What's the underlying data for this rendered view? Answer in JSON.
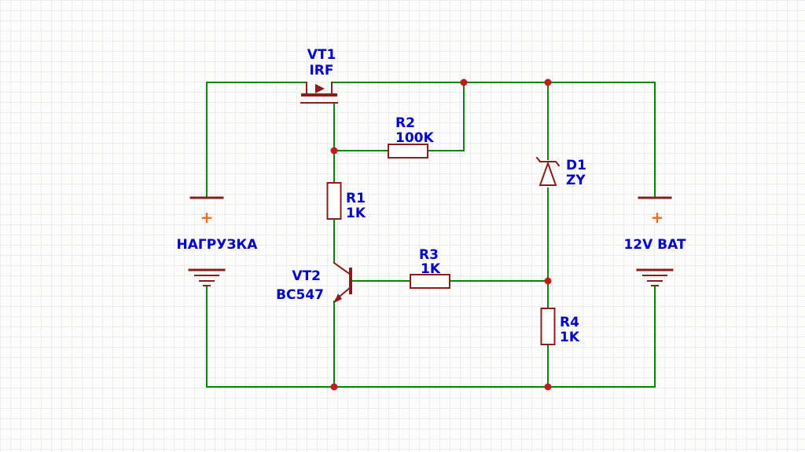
{
  "diagram": {
    "type": "circuit-schematic",
    "components": {
      "vt1": {
        "ref": "VT1",
        "value": "IRF"
      },
      "r1": {
        "ref": "R1",
        "value": "1K"
      },
      "r2": {
        "ref": "R2",
        "value": "100K"
      },
      "r3": {
        "ref": "R3",
        "value": "1K"
      },
      "r4": {
        "ref": "R4",
        "value": "1K"
      },
      "d1": {
        "ref": "D1",
        "value": "ZY"
      },
      "vt2": {
        "ref": "VT2",
        "value": "BC547"
      },
      "battery_left": {
        "label": "НАГРУЗКА",
        "polarity_mark": "+"
      },
      "battery_right": {
        "label": "12V BAT",
        "polarity_mark": "+"
      }
    }
  },
  "colors": {
    "wire": "#008800",
    "comp": "#8B1C1C",
    "junction": "#BE1E1E",
    "label": "#0000CC",
    "plus": "#E8701A",
    "grid": "#EBEBEB",
    "bg": "#FCFCFA"
  }
}
